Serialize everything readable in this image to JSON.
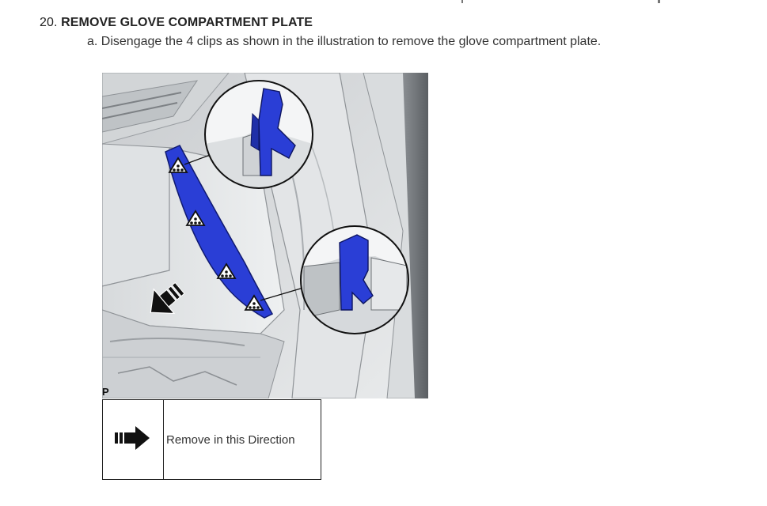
{
  "step": {
    "number": "20.",
    "title": "REMOVE GLOVE COMPARTMENT PLATE"
  },
  "substep": {
    "text": "a. Disengage the 4 clips as shown in the illustration to remove the glove compartment plate."
  },
  "illustration": {
    "figure_code": "P",
    "clip_count": 4,
    "colors": {
      "highlight": "#2a3ed6",
      "panel": "#e6e8e9",
      "shadow": "#b9bcbf",
      "outline": "#1a1a1a"
    }
  },
  "legend": {
    "rows": [
      {
        "icon": "arrow-right-icon",
        "label": "Remove in this Direction"
      }
    ]
  }
}
